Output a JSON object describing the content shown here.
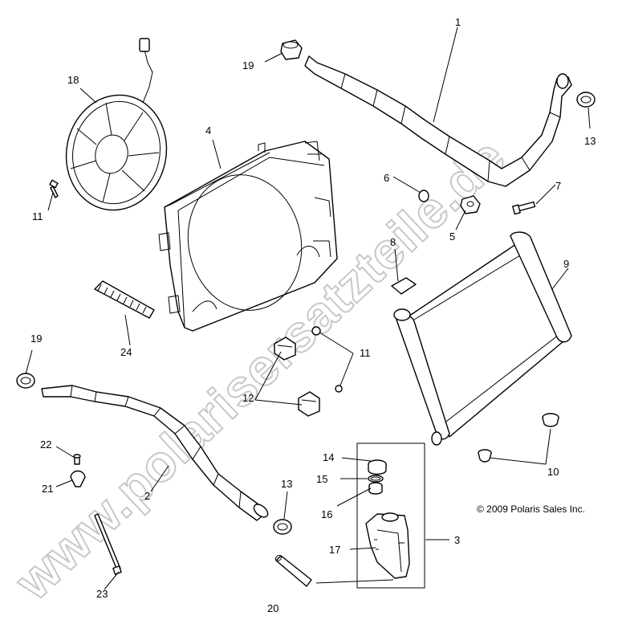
{
  "watermark": "www.polarisersatzteile.de",
  "copyright": "© 2009 Polaris Sales Inc.",
  "callouts": [
    "1",
    "2",
    "3",
    "4",
    "5",
    "6",
    "7",
    "8",
    "9",
    "10",
    "11",
    "11",
    "12",
    "13",
    "13",
    "14",
    "15",
    "16",
    "17",
    "18",
    "19",
    "19",
    "20",
    "21",
    "22",
    "23",
    "24"
  ]
}
